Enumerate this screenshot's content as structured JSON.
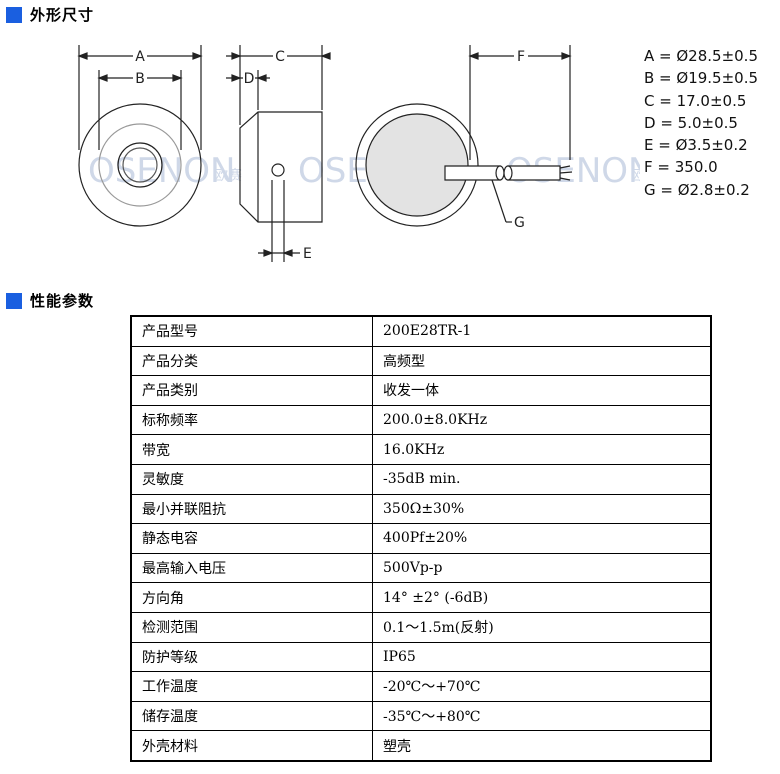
{
  "sections": {
    "dimensions_title": "外形尺寸",
    "params_title": "性能参数"
  },
  "drawing": {
    "labels": {
      "A": "A",
      "B": "B",
      "C": "C",
      "D": "D",
      "E": "E",
      "F": "F",
      "G": "G"
    },
    "watermark": "OSENON",
    "watermark_cn": "欧赛"
  },
  "dimensions": [
    "A = Ø28.5±0.5",
    "B = Ø19.5±0.5",
    "C = 17.0±0.5",
    "D = 5.0±0.5",
    "E = Ø3.5±0.2",
    "F = 350.0",
    "G = Ø2.8±0.2"
  ],
  "params": [
    {
      "key": "产品型号",
      "value": "200E28TR-1"
    },
    {
      "key": "产品分类",
      "value": "高频型"
    },
    {
      "key": "产品类别",
      "value": "收发一体"
    },
    {
      "key": "标称频率",
      "value": "200.0±8.0KHz"
    },
    {
      "key": "带宽",
      "value": "16.0KHz"
    },
    {
      "key": "灵敏度",
      "value": "-35dB min."
    },
    {
      "key": "最小并联阻抗",
      "value": "350Ω±30%"
    },
    {
      "key": "静态电容",
      "value": "400Pf±20%"
    },
    {
      "key": "最高输入电压",
      "value": "500Vp-p"
    },
    {
      "key": "方向角",
      "value": "14° ±2° (-6dB)"
    },
    {
      "key": "检测范围",
      "value": "0.1～1.5m(反射)"
    },
    {
      "key": "防护等级",
      "value": "IP65"
    },
    {
      "key": "工作温度",
      "value": "-20℃～+70℃"
    },
    {
      "key": "储存温度",
      "value": "-35℃～+80℃"
    },
    {
      "key": "外壳材料",
      "value": "塑壳"
    }
  ]
}
